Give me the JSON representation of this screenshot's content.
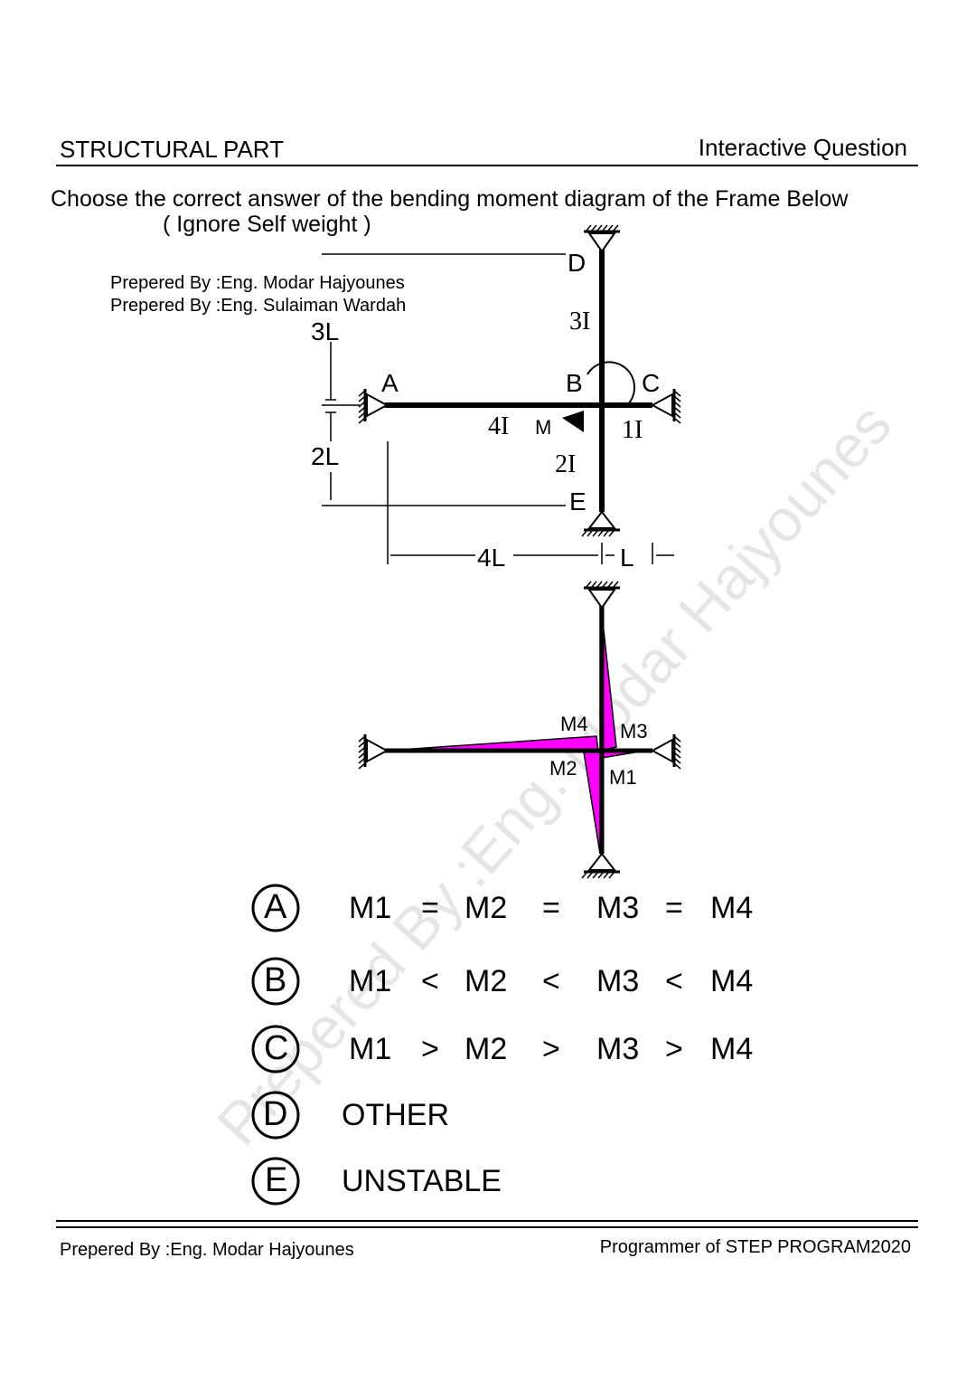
{
  "header": {
    "left": "STRUCTURAL PART",
    "right": "Interactive Question"
  },
  "question": {
    "line1": "Choose the correct answer of the bending moment diagram of the Frame Below",
    "line2": "( Ignore Self weight )"
  },
  "credits": {
    "line1": "Prepered By :Eng. Modar Hajyounes",
    "line2": "Prepered By :Eng. Sulaiman Wardah"
  },
  "frame": {
    "nodes": {
      "A": "A",
      "B": "B",
      "C": "C",
      "D": "D",
      "E": "E"
    },
    "stiffness": {
      "BD": "3I",
      "AB": "4I",
      "BC": "1I",
      "BE": "2I"
    },
    "dimensions": {
      "upper": "3L",
      "lower": "2L",
      "left_span": "4L",
      "right_span": "L"
    },
    "load": "M"
  },
  "bmd": {
    "labels": {
      "m1": "M1",
      "m2": "M2",
      "m3": "M3",
      "m4": "M4"
    },
    "fill_color": "#ff00ff"
  },
  "options": [
    {
      "letter": "A",
      "tokens": [
        "M1",
        "=",
        "M2",
        "=",
        "M3",
        "=",
        "M4"
      ]
    },
    {
      "letter": "B",
      "tokens": [
        "M1",
        "<",
        "M2",
        "<",
        "M3",
        "<",
        "M4"
      ]
    },
    {
      "letter": "C",
      "tokens": [
        "M1",
        ">",
        "M2",
        ">",
        "M3",
        ">",
        "M4"
      ]
    },
    {
      "letter": "D",
      "text": "OTHER"
    },
    {
      "letter": "E",
      "text": "UNSTABLE"
    }
  ],
  "watermark": "Prepered By :Eng. Modar Hajyounes",
  "footer": {
    "left": "Prepered By :Eng. Modar Hajyounes",
    "right": "Programmer of STEP PROGRAM2020"
  }
}
